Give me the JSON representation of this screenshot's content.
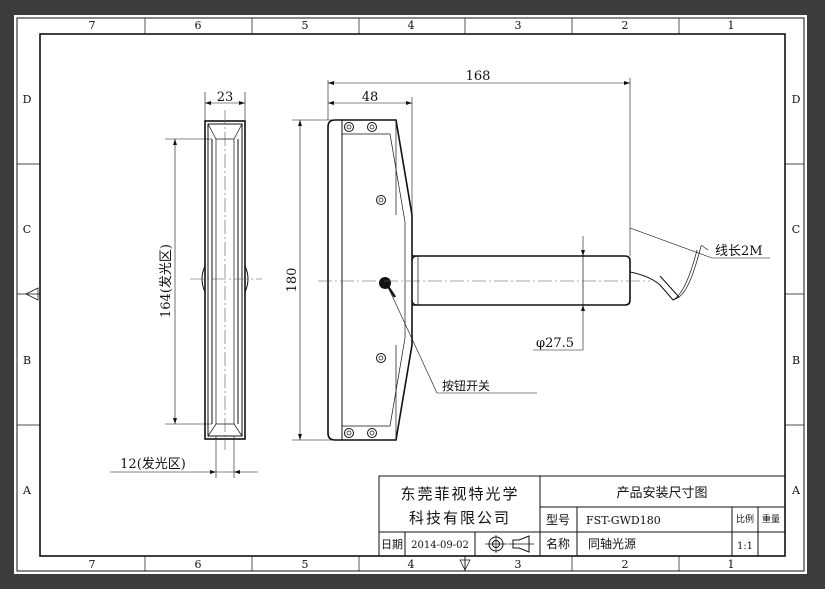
{
  "frame": {
    "top_columns": [
      "7",
      "6",
      "5",
      "4",
      "3",
      "2",
      "1"
    ],
    "bottom_columns": [
      "7",
      "6",
      "5",
      "4",
      "3",
      "2",
      "1"
    ],
    "left_rows": [
      "D",
      "C",
      "B",
      "A"
    ],
    "right_rows": [
      "D",
      "C",
      "B",
      "A"
    ]
  },
  "dimensions": {
    "width_23": "23",
    "width_48": "48",
    "width_168": "168",
    "height_180": "180",
    "height_164": "164(发光区)",
    "width_12": "12(发光区)",
    "diameter": "φ27.5",
    "cable_length": "线长2M",
    "button_label": "按钮开关"
  },
  "title_block": {
    "company_line1": "东莞菲视特光学",
    "company_line2": "科技有限公司",
    "drawing_title": "产品安装尺寸图",
    "model_label": "型号",
    "model_value": "FST-GWD180",
    "name_label": "名称",
    "name_value": "同轴光源",
    "date_label": "日期",
    "date_value": "2014-09-02",
    "scale_label": "比例",
    "scale_value": "1:1",
    "weight_label": "重量"
  },
  "icons": {
    "projection": "first-angle-projection-icon"
  }
}
